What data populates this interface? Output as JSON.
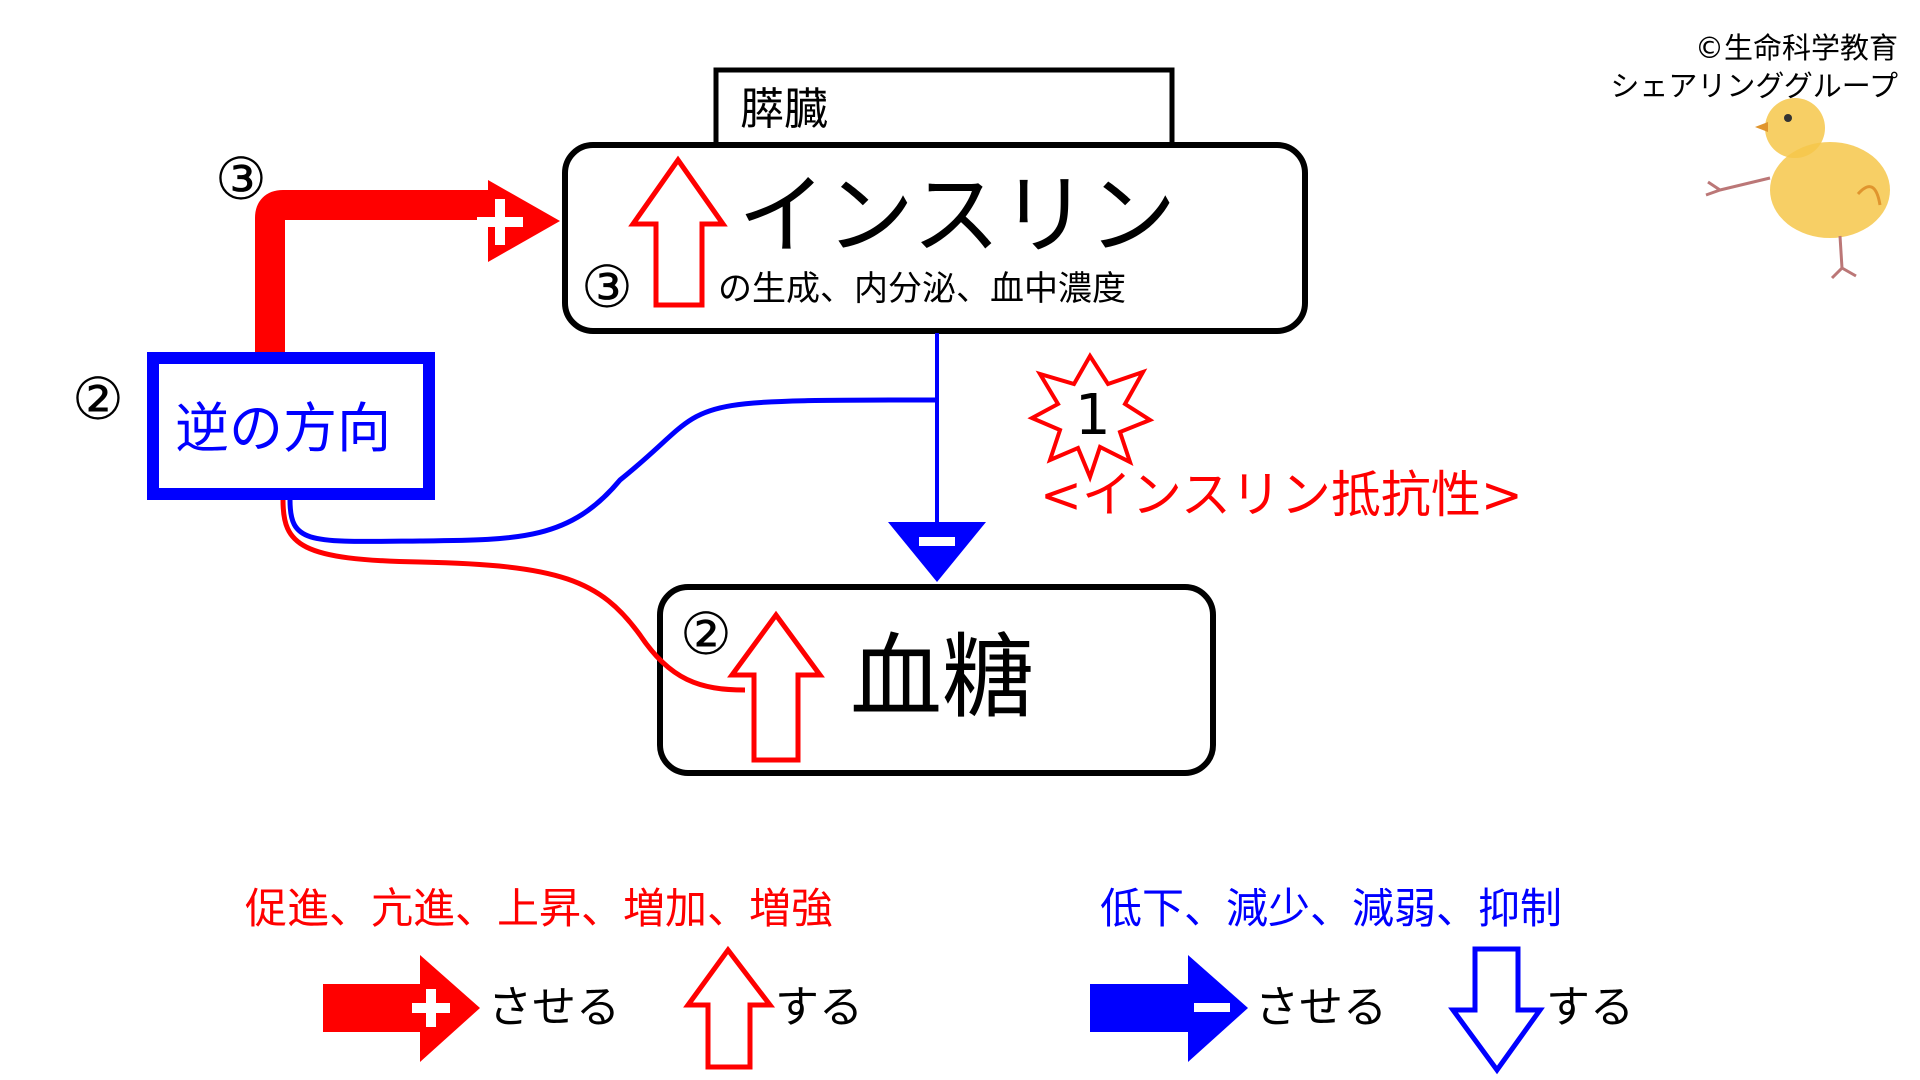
{
  "copyright": {
    "line1": "©生命科学教育",
    "line2": "シェアリンググループ"
  },
  "organ_label": "膵臓",
  "insulin_box": {
    "title": "インスリン",
    "subtitle": "の生成、内分泌、血中濃度",
    "step": "③"
  },
  "reverse_box": {
    "label": "逆の方向",
    "step": "②"
  },
  "top_arrow": {
    "step": "③",
    "sign": "+"
  },
  "blood_sugar_box": {
    "label": "血糖",
    "step": "②"
  },
  "inhibit_sign": "−",
  "insulin_resistance": {
    "step": "1",
    "label": "<インスリン抵抗性>"
  },
  "legend": {
    "red_words": "促進、亢進、上昇、増加、増強",
    "blue_words": "低下、減少、減弱、抑制",
    "red_arrow_text": "させる",
    "red_up_text": "する",
    "blue_arrow_text": "させる",
    "blue_down_text": "する"
  },
  "colors": {
    "red": "#ff0000",
    "blue": "#0000ff",
    "black": "#000000"
  },
  "icons": [
    "chick-mascot-icon",
    "plus-arrow-icon",
    "minus-arrow-icon",
    "up-arrow-icon",
    "down-arrow-icon",
    "explosion-burst-icon"
  ]
}
